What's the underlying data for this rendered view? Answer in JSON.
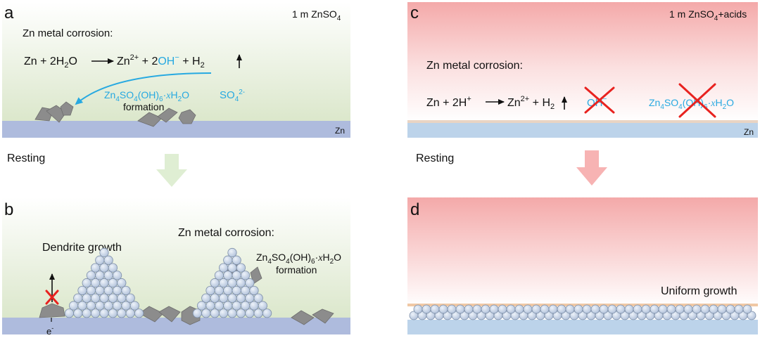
{
  "colors": {
    "accent_cyan": "#27a9e1",
    "green_bg": "#dfe9d0",
    "pink_bg": "#f5b4b4",
    "zn_substrate_a": "#aebbdd",
    "zn_substrate_c": "#bcd3ea",
    "cross_red": "#e8221f",
    "green_arrow": "#dfeed3",
    "pink_arrow": "#f7b3b3",
    "flake_gray": "#8c8c8c",
    "sphere_fill": "#c4d2e6"
  },
  "panel_a": {
    "letter": "a",
    "electrolyte": {
      "main": "1 m ZnSO",
      "sub": "4"
    },
    "title": "Zn metal corrosion:",
    "equation": {
      "zn": "Zn + 2H",
      "h2o_sub": "2",
      "o": "O",
      "zn2": "Zn",
      "zn2_sup": "2+",
      "plus2": " + 2",
      "oh": "OH",
      "oh_sup": "−",
      "h2": " + H",
      "h2_sub": "2"
    },
    "product": {
      "p1": "Zn",
      "s1": "4",
      "p2": "SO",
      "s2": "4",
      "p3": "(OH)",
      "s3": "6",
      "p4": "·",
      "x": "x",
      "p5": "H",
      "s4": "2",
      "p6": "O"
    },
    "so4": {
      "main": "SO",
      "sub": "4",
      "sup": "2-"
    },
    "formation": "formation",
    "zn_label": "Zn"
  },
  "panel_b": {
    "letter": "b",
    "dendrite": "Dendrite growth",
    "title": "Zn metal corrosion:",
    "product": {
      "p1": "Zn",
      "s1": "4",
      "p2": "SO",
      "s2": "4",
      "p3": "(OH)",
      "s3": "6",
      "p4": "·",
      "x": "x",
      "p5": "H",
      "s4": "2",
      "p6": "O"
    },
    "formation": "formation",
    "electron": {
      "main": "e",
      "sup": "-"
    }
  },
  "panel_c": {
    "letter": "c",
    "electrolyte": {
      "main": "1 m ZnSO",
      "sub": "4",
      "rest": "+acids"
    },
    "title": "Zn metal corrosion:",
    "equation": {
      "zn": "Zn + 2H",
      "h_sup": "+",
      "zn2": "Zn",
      "zn2_sup": "2+",
      "h2": " + H",
      "h2_sub": "2"
    },
    "oh": {
      "main": "OH",
      "sup": "−"
    },
    "product": {
      "p1": "Zn",
      "s1": "4",
      "p2": "SO",
      "s2": "4",
      "p3": "(OH)",
      "s3": "6",
      "p4": "·",
      "x": "x",
      "p5": "H",
      "s4": "2",
      "p6": "O"
    },
    "zn_label": "Zn"
  },
  "panel_d": {
    "letter": "d",
    "uniform": "Uniform growth"
  },
  "resting_left": "Resting",
  "resting_right": "Resting"
}
